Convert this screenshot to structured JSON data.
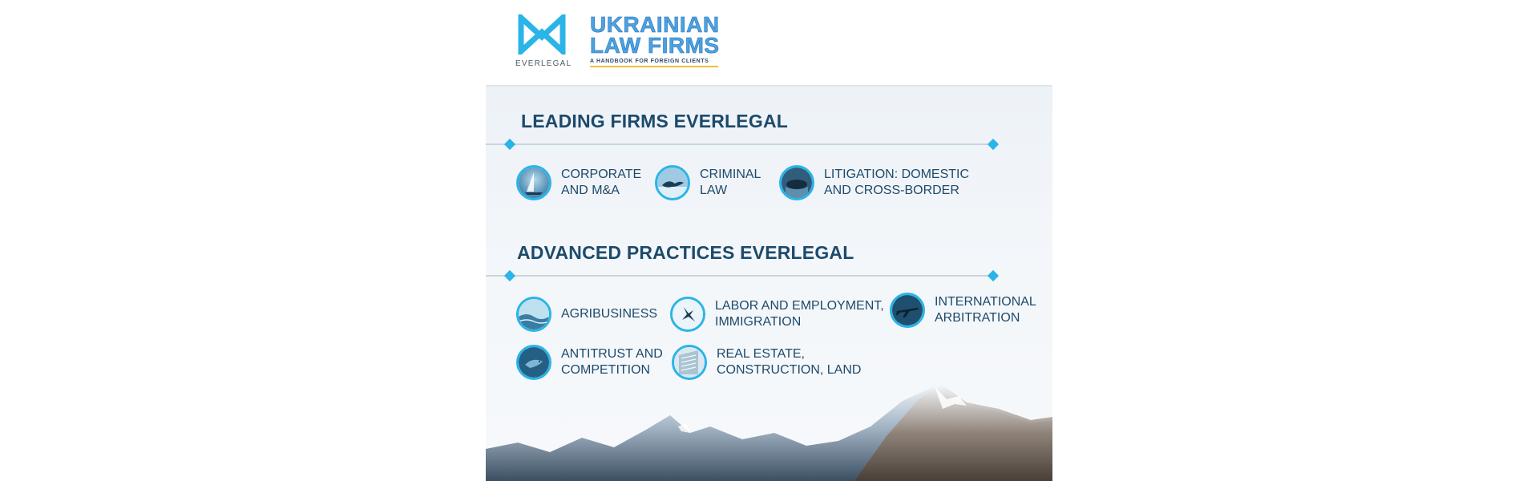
{
  "header": {
    "brand_name": "EVERLEGAL",
    "publication_title_line1": "UKRAINIAN",
    "publication_title_line2": "LAW FIRMS",
    "publication_subtitle": "A HANDBOOK FOR FOREIGN CLIENTS"
  },
  "sections": [
    {
      "title": "LEADING FIRMS EVERLEGAL",
      "items": [
        {
          "label": "CORPORATE\nAND M&A",
          "icon": "sailboat-icon"
        },
        {
          "label": "CRIMINAL\nLAW",
          "icon": "bird-icon"
        },
        {
          "label": "LITIGATION: DOMESTIC\nAND CROSS-BORDER",
          "icon": "whale-icon"
        }
      ]
    },
    {
      "title": "ADVANCED PRACTICES EVERLEGAL",
      "items": [
        {
          "label": "AGRIBUSINESS",
          "icon": "wave-icon"
        },
        {
          "label": "LABOR AND EMPLOYMENT,\nIMMIGRATION",
          "icon": "skydiver-icon"
        },
        {
          "label": "INTERNATIONAL\nARBITRATION",
          "icon": "airplane-icon"
        },
        {
          "label": "ANTITRUST AND\nCOMPETITION",
          "icon": "dolphin-icon"
        },
        {
          "label": "REAL ESTATE,\nCONSTRUCTION, LAND",
          "icon": "building-icon"
        }
      ]
    }
  ],
  "colors": {
    "accent": "#2ab4e8",
    "text": "#1d4a6b",
    "publication_blue": "#4aa3df",
    "publication_yellow": "#f1c232"
  }
}
